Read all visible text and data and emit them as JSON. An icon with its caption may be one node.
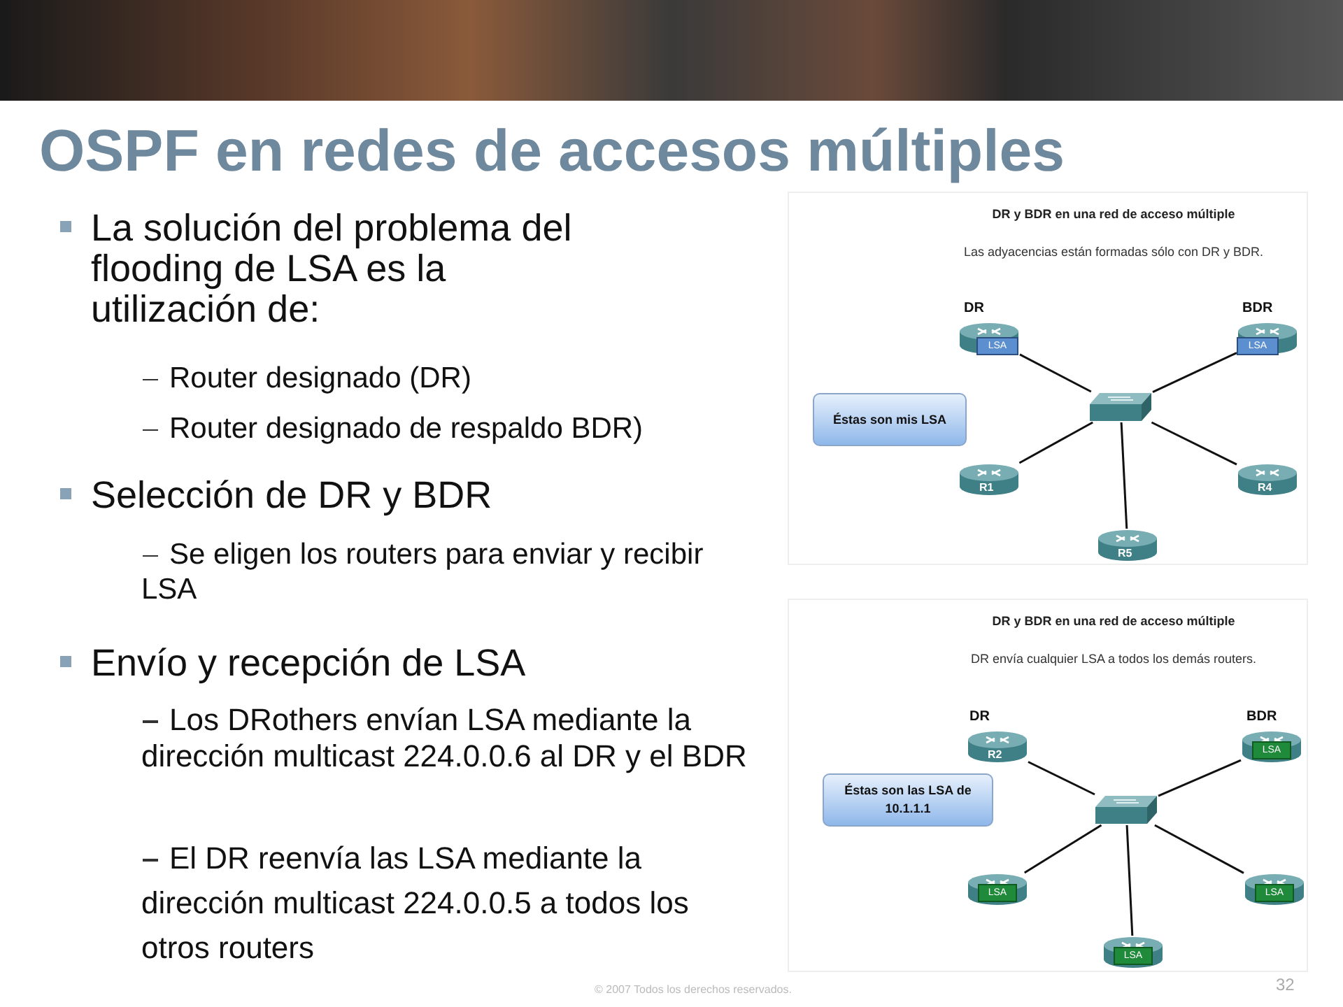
{
  "diagram": {
    "title": "OSPF en redes de accesos múltiples",
    "nodes": [
      {
        "text": [
          "DR y BDR en una red de acceso múltiple",
          "Las adyacencias están formadas sólo con DR y BDR."
        ]
      },
      {
        "text": [
          "DR",
          "LSA"
        ],
        "in": 0
      },
      {
        "text": [
          "BDR",
          "LSA"
        ],
        "in": 0
      },
      {
        "text": [
          "Éstas son mis LSA"
        ],
        "in": 0
      },
      {
        "text": [],
        "shape": "box",
        "in": 0
      },
      {
        "text": [
          "R1"
        ],
        "in": 0
      },
      {
        "text": [
          "R4"
        ],
        "in": 0
      },
      {
        "text": [
          "R5"
        ],
        "in": 0
      },
      {
        "text": [
          "DR y BDR en una red de acceso múltiple",
          "DR envía cualquier LSA a todos los demás routers."
        ]
      },
      {
        "text": [
          "DR",
          "R2"
        ],
        "in": 8
      },
      {
        "text": [
          "BDR",
          "LSA"
        ],
        "in": 8
      },
      {
        "text": [
          "Éstas son las LSA de 10.1.1.1"
        ],
        "in": 8
      },
      {
        "text": [],
        "shape": "box",
        "in": 8
      },
      {
        "text": [
          "LSA"
        ],
        "in": 8
      },
      {
        "text": [
          "LSA"
        ],
        "in": 8
      },
      {
        "text": [
          "LSA"
        ],
        "in": 8
      }
    ],
    "edges": [
      {
        "from": 4,
        "to": 1,
        "arrow": "none"
      },
      {
        "from": 4,
        "to": 2,
        "arrow": "none"
      },
      {
        "from": 4,
        "to": 5,
        "arrow": "none"
      },
      {
        "from": 4,
        "to": 6,
        "arrow": "none"
      },
      {
        "from": 4,
        "to": 7,
        "arrow": "none"
      },
      {
        "from": 12,
        "to": 9,
        "arrow": "none"
      },
      {
        "from": 12,
        "to": 10,
        "arrow": "none"
      },
      {
        "from": 12,
        "to": 13,
        "arrow": "none"
      },
      {
        "from": 12,
        "to": 14,
        "arrow": "none"
      },
      {
        "from": 12,
        "to": 15,
        "arrow": "none"
      }
    ],
    "labels": [
      "La solución del problema del flooding de LSA es la utilización de:",
      "Router designado (DR)",
      "Router designado de respaldo BDR)",
      "Selección de DR y BDR",
      "Se eligen los routers para enviar y recibir LSA",
      "Envío y recepción de LSA",
      "Los DRothers envían LSA mediante la dirección multicast 224.0.0.6 al DR y el BDR",
      "El DR reenvía las LSA mediante la dirección multicast 224.0.0.5 a todos los otros routers",
      "© 2007 Todos los derechos reservados.",
      "32"
    ]
  }
}
